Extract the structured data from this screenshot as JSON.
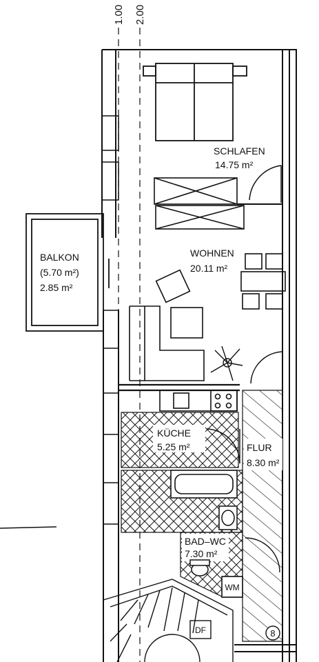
{
  "dimensions": {
    "dim_1": "1.00",
    "dim_2": "2.00"
  },
  "rooms": {
    "schlafen": {
      "name": "SCHLAFEN",
      "area": "14.75 m²"
    },
    "balkon": {
      "name": "BALKON",
      "area_full": "(5.70 m²)",
      "area_half": "2.85 m²"
    },
    "wohnen": {
      "name": "WOHNEN",
      "area": "20.11 m²"
    },
    "kueche": {
      "name": "KÜCHE",
      "area": "5.25 m²"
    },
    "flur": {
      "name": "FLUR",
      "area": "8.30 m²"
    },
    "bad": {
      "name": "BAD–WC",
      "area": "7.30 m²"
    }
  },
  "labels": {
    "wm": "WM",
    "df": "DF",
    "stair_number": "8"
  }
}
